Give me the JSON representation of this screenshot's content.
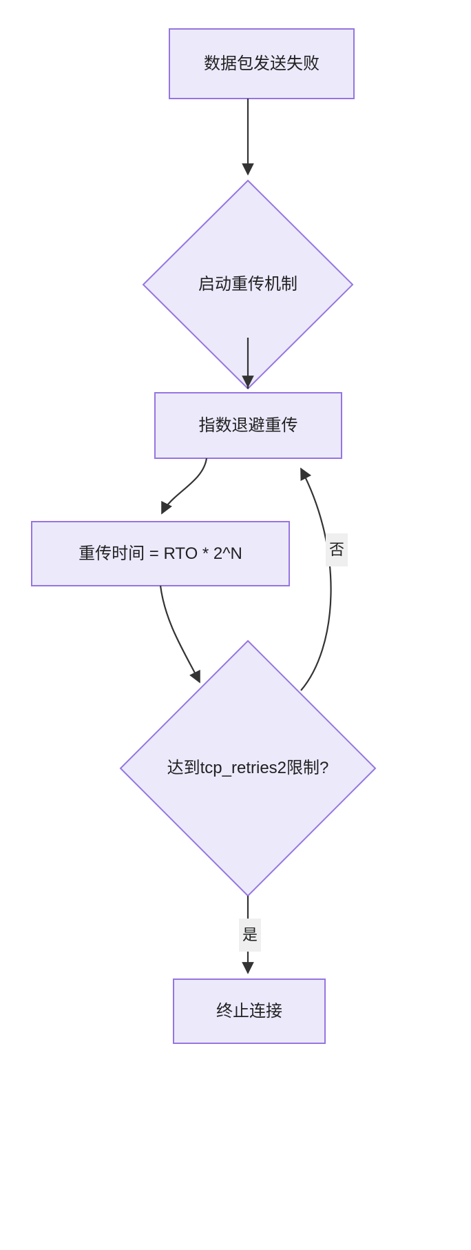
{
  "diagram": {
    "type": "flowchart",
    "direction": "top-down",
    "background": "#ffffff",
    "node_fill": "#ece9fb",
    "node_stroke": "#9575e0",
    "edge_stroke": "#333333",
    "text_color": "#1f2020",
    "edge_label_background": "#efefef",
    "nodes": [
      {
        "id": "n1",
        "shape": "rectangle",
        "label": "数据包发送失败"
      },
      {
        "id": "n2",
        "shape": "diamond",
        "label": "启动重传机制"
      },
      {
        "id": "n3",
        "shape": "rectangle",
        "label": "指数退避重传"
      },
      {
        "id": "n4",
        "shape": "rectangle",
        "label": "重传时间 = RTO * 2^N"
      },
      {
        "id": "n5",
        "shape": "diamond",
        "label": "达到tcp_retries2限制?"
      },
      {
        "id": "n6",
        "shape": "rectangle",
        "label": "终止连接"
      }
    ],
    "edges": [
      {
        "from": "n1",
        "to": "n2",
        "label": ""
      },
      {
        "from": "n2",
        "to": "n3",
        "label": ""
      },
      {
        "from": "n3",
        "to": "n4",
        "label": ""
      },
      {
        "from": "n4",
        "to": "n5",
        "label": ""
      },
      {
        "from": "n5",
        "to": "n3",
        "label": "否"
      },
      {
        "from": "n5",
        "to": "n6",
        "label": "是"
      }
    ],
    "edge_labels": {
      "no": "否",
      "yes": "是"
    }
  }
}
